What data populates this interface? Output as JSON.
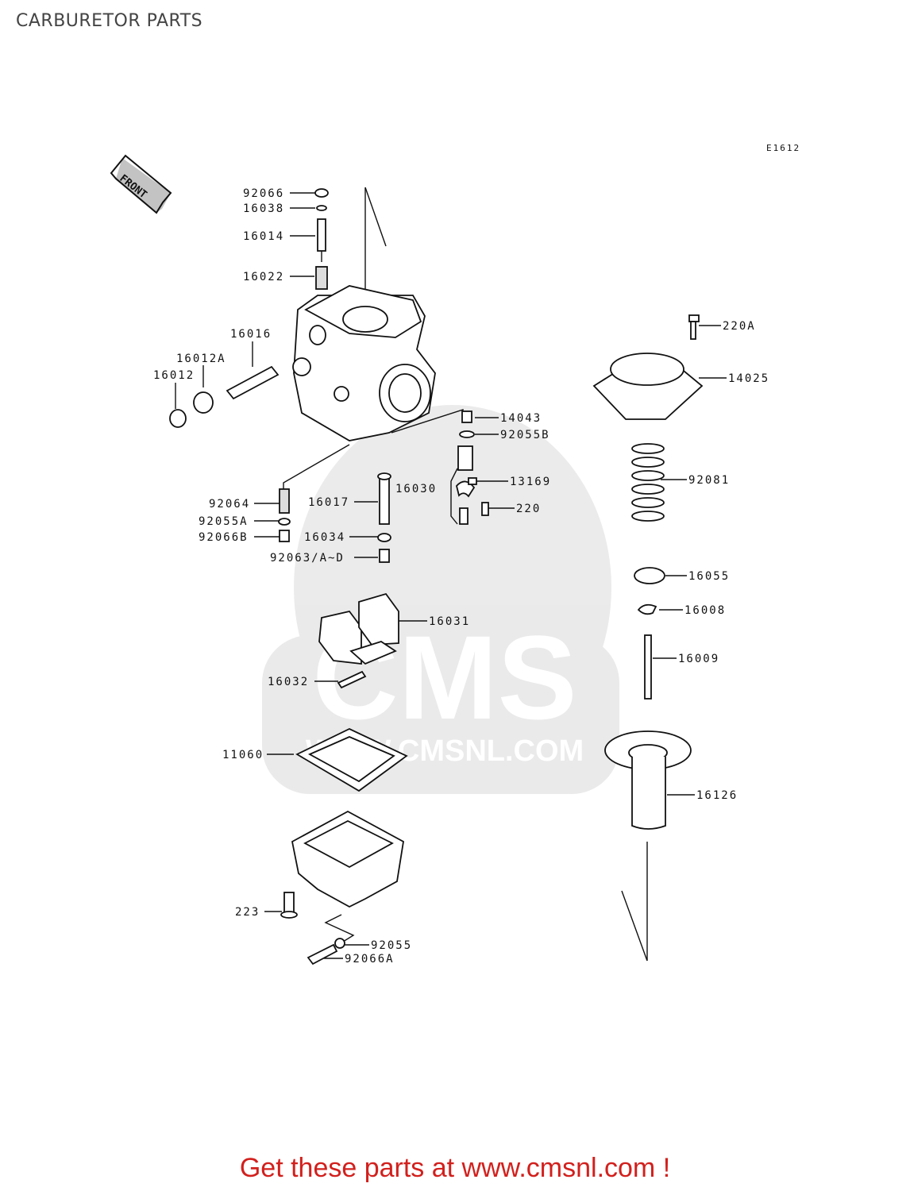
{
  "page": {
    "title": "CARBURETOR PARTS",
    "diagram_code": "E1612",
    "front_label": "FRONT",
    "footer": "Get these parts at www.cmsnl.com !"
  },
  "watermark": {
    "text_main": "CMS",
    "text_url": "WWW.CMSNL.COM"
  },
  "parts": {
    "p92066": "92066",
    "p16038": "16038",
    "p16014": "16014",
    "p16022": "16022",
    "p16016": "16016",
    "p16012A": "16012A",
    "p16012": "16012",
    "p14043": "14043",
    "p92055B": "92055B",
    "p16030": "16030",
    "p13169": "13169",
    "p220": "220",
    "p92064": "92064",
    "p16017": "16017",
    "p92055A": "92055A",
    "p92066B": "92066B",
    "p16034": "16034",
    "p92063": "92063/A~D",
    "p16031": "16031",
    "p16032": "16032",
    "p11060": "11060",
    "p223": "223",
    "p92055": "92055",
    "p92066A": "92066A",
    "p220A": "220A",
    "p14025": "14025",
    "p92081": "92081",
    "p16055": "16055",
    "p16008": "16008",
    "p16009": "16009",
    "p16126": "16126"
  }
}
